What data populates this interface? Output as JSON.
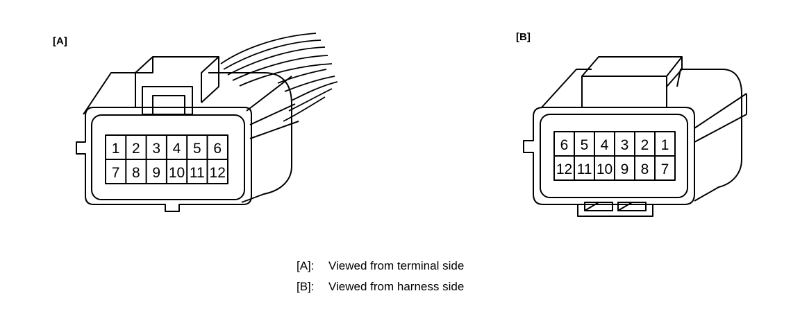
{
  "connector_a": {
    "label": "[A]",
    "row_top": [
      "1",
      "2",
      "3",
      "4",
      "5",
      "6"
    ],
    "row_bottom": [
      "7",
      "8",
      "9",
      "10",
      "11",
      "12"
    ]
  },
  "connector_b": {
    "label": "[B]",
    "row_top": [
      "6",
      "5",
      "4",
      "3",
      "2",
      "1"
    ],
    "row_bottom": [
      "12",
      "11",
      "10",
      "9",
      "8",
      "7"
    ]
  },
  "legend": [
    {
      "key": "[A]:",
      "text": "Viewed from terminal side"
    },
    {
      "key": "[B]:",
      "text": "Viewed from harness side"
    }
  ]
}
